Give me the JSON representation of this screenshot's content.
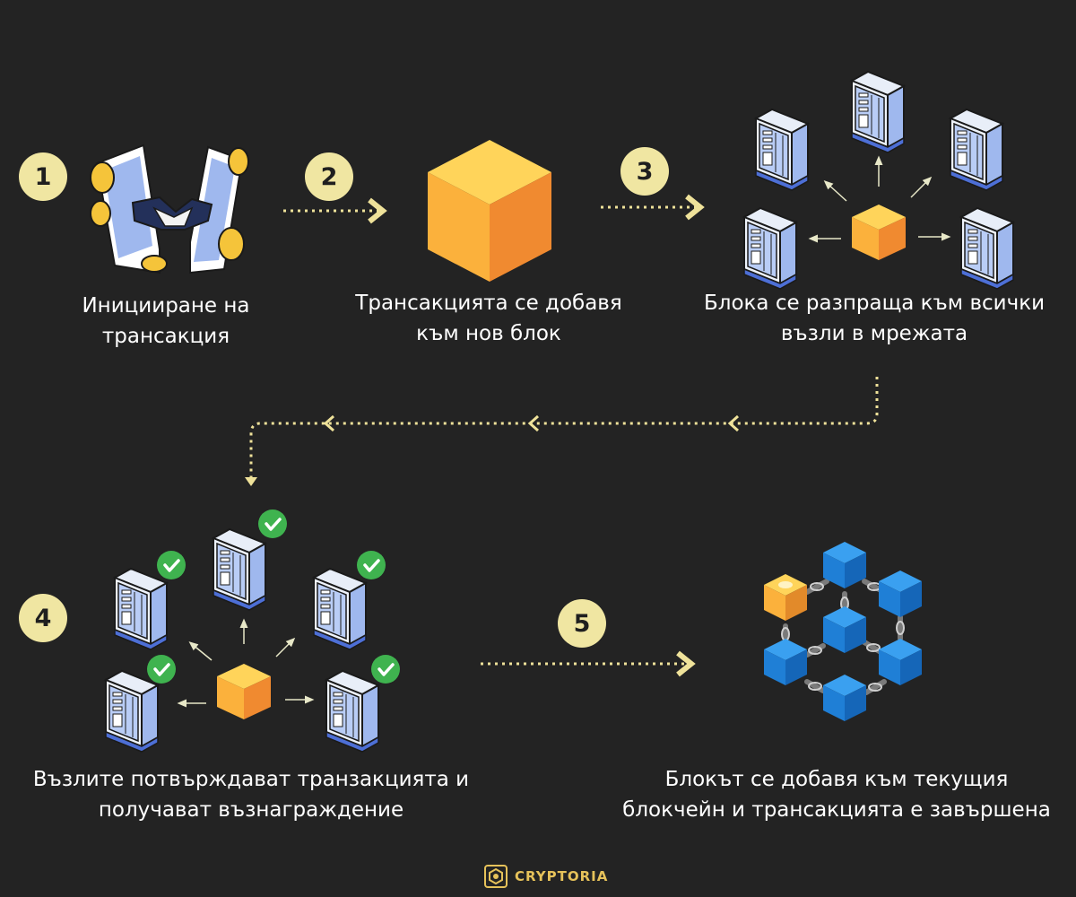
{
  "steps": [
    {
      "number": "1",
      "line1": "Иницииране на",
      "line2": "трансакция"
    },
    {
      "number": "2",
      "line1": "Трансакцията се добавя",
      "line2": "към нов блок"
    },
    {
      "number": "3",
      "line1": "Блока се разпраща към всички",
      "line2": "възли в мрежата"
    },
    {
      "number": "4",
      "line1": "Възлите потвърждават транзакцията и",
      "line2": "получават възнаграждение"
    },
    {
      "number": "5",
      "line1": "Блокът се добавя към текущия",
      "line2": "блокчейн и трансакцията е завършена"
    }
  ],
  "brand": {
    "name": "CRYPTORIA"
  },
  "colors": {
    "background": "#232323",
    "badge": "#f0e6a2",
    "arrow": "#efe29a",
    "block_orange": "#fbb13c",
    "chain_blue": "#1f7fd6",
    "check_green": "#3fb34f"
  },
  "icons": [
    "handshake-phones-icon",
    "orange-block-icon",
    "server-node-icon",
    "check-icon",
    "blockchain-network-icon",
    "cryptoria-logo-icon"
  ]
}
